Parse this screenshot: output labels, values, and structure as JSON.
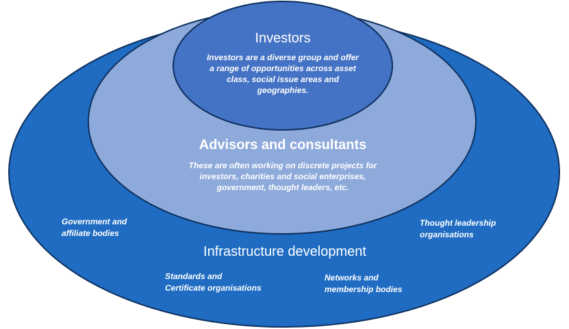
{
  "colors": {
    "outer_fill": "#1f6cc2",
    "middle_fill": "#8eaadb",
    "inner_fill": "#4472c4",
    "stroke": "#0d2f5e",
    "text": "#ffffff"
  },
  "inner": {
    "title": "Investors",
    "description": [
      "Investors are a diverse group and offer",
      "a range of opportunities across asset",
      "class, social issue areas and",
      "geographies."
    ]
  },
  "middle": {
    "title": "Advisors and consultants",
    "description": [
      "These are often working on discrete projects for",
      "investors, charities and social enterprises,",
      "government, thought leaders, etc."
    ]
  },
  "outer": {
    "title": "Infrastructure development",
    "notes": {
      "government": [
        "Government and",
        "affiliate bodies"
      ],
      "thought_leadership": [
        "Thought leadership",
        "organisations"
      ],
      "standards": [
        "Standards and",
        "Certificate organisations"
      ],
      "networks": [
        "Networks and",
        "membership bodies"
      ]
    }
  }
}
